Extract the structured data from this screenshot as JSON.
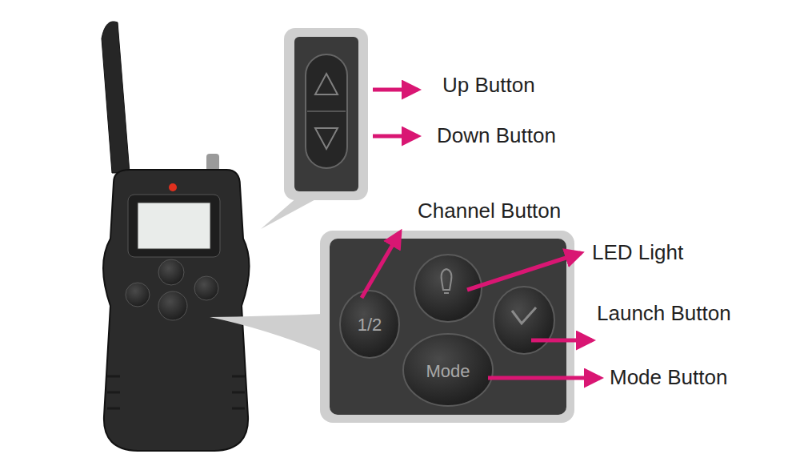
{
  "diagram": {
    "labels": [
      "Up Button",
      "Down Button",
      "Channel Button",
      "LED Light",
      "Launch Button",
      "Mode Button",
      "1/2",
      "Mode"
    ]
  }
}
